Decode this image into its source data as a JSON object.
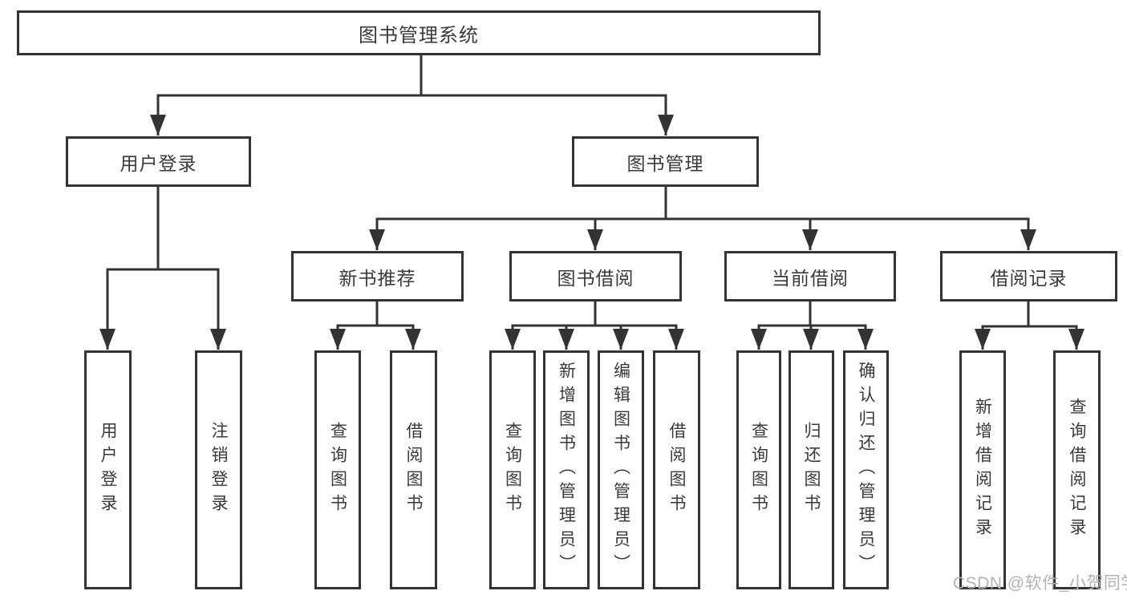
{
  "diagram": {
    "root": {
      "label": "图书管理系统"
    },
    "branches": [
      {
        "label": "用户登录",
        "children": [
          {
            "label": "用户登录"
          },
          {
            "label": "注销登录"
          }
        ]
      },
      {
        "label": "图书管理",
        "groups": [
          {
            "label": "新书推荐",
            "children": [
              {
                "label": "查询图书"
              },
              {
                "label": "借阅图书"
              }
            ]
          },
          {
            "label": "图书借阅",
            "children": [
              {
                "label": "查询图书"
              },
              {
                "label": "新增图书（管理员）"
              },
              {
                "label": "编辑图书（管理员）"
              },
              {
                "label": "借阅图书"
              }
            ]
          },
          {
            "label": "当前借阅",
            "children": [
              {
                "label": "查询图书"
              },
              {
                "label": "归还图书"
              },
              {
                "label": "确认归还（管理员）"
              }
            ]
          },
          {
            "label": "借阅记录",
            "children": [
              {
                "label": "新增借阅记录"
              },
              {
                "label": "查询借阅记录"
              }
            ]
          }
        ]
      }
    ]
  },
  "colors": {
    "line": "#333333",
    "text": "#3a3a3a",
    "watermark": "#b2b2b2",
    "background": "#ffffff"
  },
  "watermark": "CSDN @软件_小贺同学"
}
